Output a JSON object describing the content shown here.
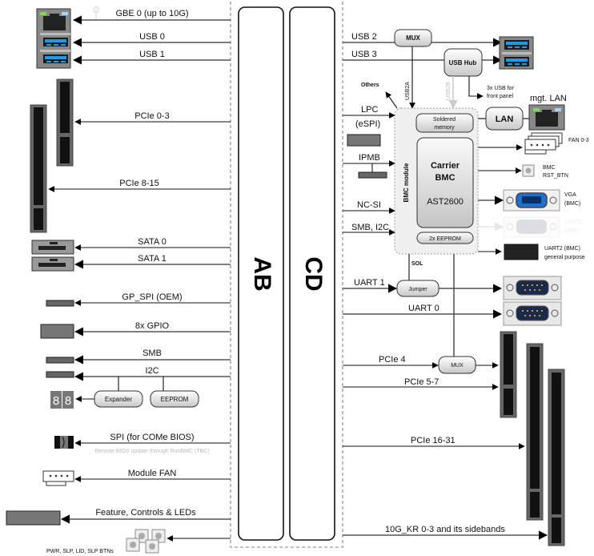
{
  "modules": {
    "left_module": "AB",
    "right_module": "CD"
  },
  "left_signals": [
    {
      "id": "gbe0",
      "label": "GBE 0 (up to 10G)",
      "connector": "rj45"
    },
    {
      "id": "usb0",
      "label": "USB 0",
      "connector": "usb"
    },
    {
      "id": "usb1",
      "label": "USB 1",
      "connector": "usb"
    },
    {
      "id": "pcie03",
      "label": "PCIe 0-3",
      "connector": "pcie-x4"
    },
    {
      "id": "pcie815",
      "label": "PCIe 8-15",
      "connector": "pcie-x16"
    },
    {
      "id": "sata0",
      "label": "SATA 0",
      "connector": "sata"
    },
    {
      "id": "sata1",
      "label": "SATA 1",
      "connector": "sata"
    },
    {
      "id": "gpspi",
      "label": "GP_SPI (OEM)",
      "connector": "header-4pin"
    },
    {
      "id": "gpio",
      "label": "8x GPIO",
      "connector": "header-10pin"
    },
    {
      "id": "smb",
      "label": "SMB",
      "connector": "header-4pin"
    },
    {
      "id": "i2c",
      "label": "I2C",
      "connector": "header-4pin"
    },
    {
      "id": "spi",
      "label": "SPI (for COMe BIOS)",
      "connector": "spi-flash"
    },
    {
      "id": "modfan",
      "label": "Module FAN",
      "connector": "fan"
    },
    {
      "id": "feature",
      "label": "Feature, Controls & LEDs",
      "connector": "header-16pin"
    }
  ],
  "left_misc": {
    "spi_note": "Remote BIOS update through RunBMC (TBC)",
    "expander": "Expander",
    "eeprom": "EEPROM",
    "seven_seg": "88",
    "buttons_label": "PWR, SLP, LID, SLP BTNs"
  },
  "right_signals": [
    {
      "id": "usb2",
      "label": "USB 2"
    },
    {
      "id": "usb3",
      "label": "USB 3"
    },
    {
      "id": "lpc",
      "label": "LPC"
    },
    {
      "id": "espi",
      "label": "(eSPI)"
    },
    {
      "id": "ipmb",
      "label": "IPMB"
    },
    {
      "id": "ncsi",
      "label": "NC-SI"
    },
    {
      "id": "smbi2c",
      "label": "SMB, I2C"
    },
    {
      "id": "uart1",
      "label": "UART 1"
    },
    {
      "id": "uart0",
      "label": "UART 0"
    },
    {
      "id": "pcie4",
      "label": "PCIe 4"
    },
    {
      "id": "pcie57",
      "label": "PCIe 5-7"
    },
    {
      "id": "pcie1631",
      "label": "PCIe 16-31"
    },
    {
      "id": "10gkr",
      "label": "10G_KR 0-3 and its sidebands"
    }
  ],
  "blocks": {
    "mux_top": "MUX",
    "usb_hub": "USB Hub",
    "usb2a": "USB2A",
    "usb2b": "USB2B",
    "others": "Others",
    "front_usb": [
      "3x USB for",
      "front panel"
    ],
    "mgt_lan": "mgt. LAN",
    "lan": "LAN",
    "bmc_module": "BMC module",
    "soldered_memory": [
      "Soldered",
      "memory"
    ],
    "carrier_bmc": [
      "Carrier",
      "BMC"
    ],
    "bmc_chip": "AST2600",
    "eeprom2x": "2x EEPROM",
    "sol": "SOL",
    "jumper": "Jumper",
    "mux_bottom": "MUX"
  },
  "right_peripherals": {
    "fan": "FAN 0-3",
    "bmc_rst": [
      "BMC",
      "RST_BTN"
    ],
    "vga": [
      "VGA",
      "(BMC)"
    ],
    "uart1_bmc": [
      "UART1",
      "(BMC)"
    ],
    "uart2": [
      "UART2 (BMC)",
      "general purpose"
    ]
  },
  "colors": {
    "usb_blue": "#1f9be6",
    "vga_blue": "#1e6fd0",
    "db9_navy": "#1b2a4a",
    "led_green": "#7ed957",
    "led_blue": "#a9d3f5",
    "slot_gray": "#666666",
    "dashed_border": "#aaaaaa"
  }
}
